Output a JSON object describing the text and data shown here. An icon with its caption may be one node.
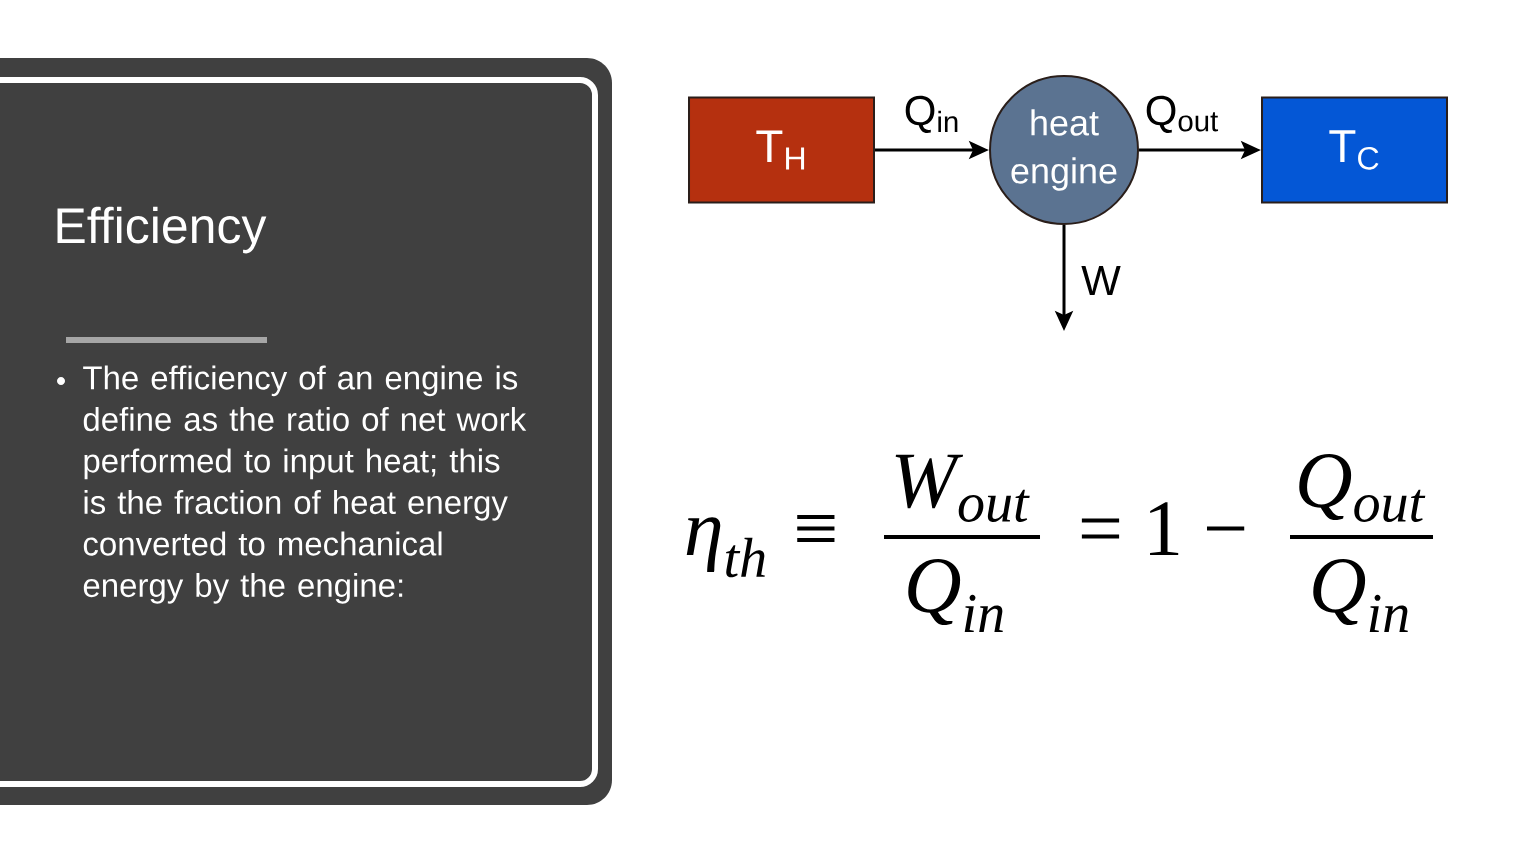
{
  "diagram": {
    "title": "Efficiency",
    "nodes": [
      {
        "text": [
          "T$_{H}$"
        ]
      },
      {
        "text": [
          "heat engine"
        ]
      },
      {
        "text": [
          "T$_{C}$"
        ]
      }
    ],
    "edges": [
      {
        "from": 0,
        "to": 1,
        "arrow": "to",
        "label": "Q$_{in}$"
      },
      {
        "from": 1,
        "to": 2,
        "arrow": "to",
        "label": "Q$_{out}$"
      },
      {
        "from": 1,
        "to": null,
        "arrow": "to",
        "label": "W"
      }
    ],
    "labels": [
      "The efficiency of an engine is define as the ratio of net work performed to input heat; this is the fraction of heat energy converted to mechanical energy by the engine:",
      "η$_{th}$ ≡",
      "W$_{out}$",
      "Q$_{in}$",
      "= 1 −",
      "Q$_{out}$",
      "Q$_{in}$"
    ]
  }
}
